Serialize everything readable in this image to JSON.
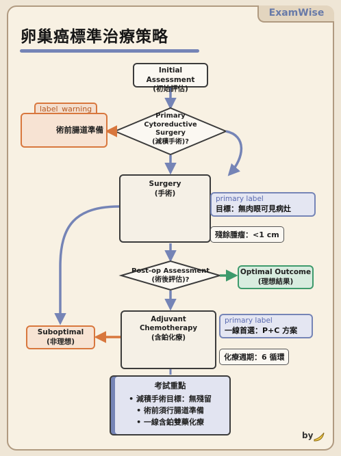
{
  "brand": "ExamWise",
  "title": "卵巢癌標準治療策略",
  "nodes": {
    "initial": {
      "line1": "Initial Assessment",
      "line2": "(初始評估)"
    },
    "primary": {
      "line1": "Primary",
      "line2": "Cytoreductive",
      "line3": "Surgery",
      "line4": "(減積手術)?"
    },
    "surgery": {
      "line1": "Surgery",
      "line2": "(手術)"
    },
    "postop": {
      "line1": "Post-op Assessment",
      "line2": "(術後評估)?"
    },
    "optimal": {
      "line1": "Optimal Outcome",
      "line2": "(理想結果)"
    },
    "adjuvant": {
      "line1": "Adjuvant Chemotherapy",
      "line2": "(含鉑化療)"
    },
    "suboptimal": {
      "line1": "Suboptimal",
      "line2": "(非理想)"
    }
  },
  "warning": {
    "label": "label_warning",
    "text": "術前腸道準備"
  },
  "surgery_labels": {
    "primary_label": "primary label",
    "goal": "目標：無肉眼可見病灶",
    "residual": "殘餘腫瘤：<1 cm"
  },
  "chemo_labels": {
    "primary_label": "primary label",
    "first_line": "一線首選：P+C 方案",
    "cycles": "化療週期：6 循環"
  },
  "summary": {
    "heading": "考試重點",
    "items": [
      "減積手術目標：無殘留",
      "術前須行腸道準備",
      "一線含鉑雙藥化療"
    ]
  },
  "footer": {
    "by": "by"
  },
  "icons": [
    "intestine-icon",
    "scalpel-icon",
    "uterus-icon",
    "gauze-icon",
    "iv-bag-icon",
    "microscope-icon",
    "medicine-bottle-icon",
    "pill-icon",
    "banana-icon"
  ],
  "colors": {
    "accent": "#7584b6",
    "warning": "#d8773d",
    "optimal": "#3d9a6b",
    "suboptimal": "#d8773d",
    "background": "#f8f1e3"
  }
}
